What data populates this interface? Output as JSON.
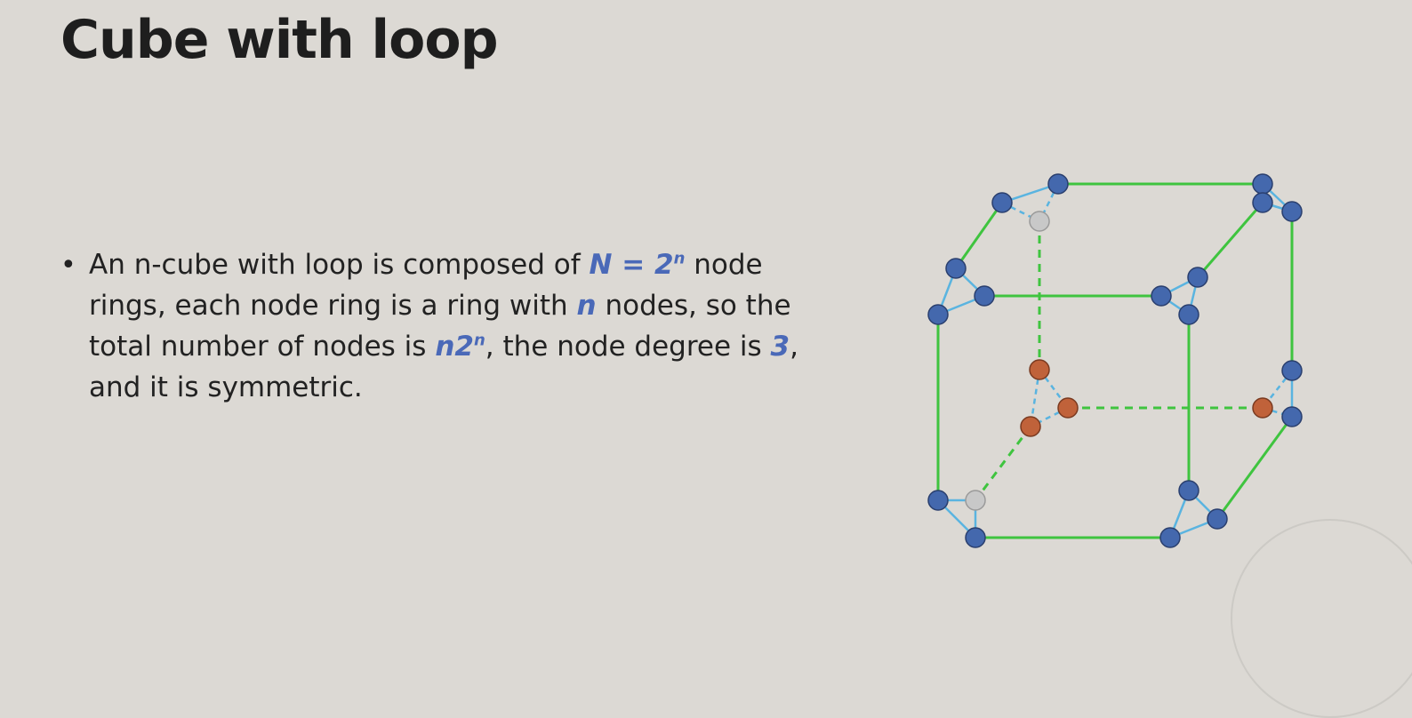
{
  "title": "Cube with loop",
  "bullet": {
    "t1": "An n-cube with loop is composed of ",
    "h1": "N = 2",
    "h1sup": "n",
    "t2": " node rings, each node ring is a ring with ",
    "h2": "n",
    "t3": " nodes, so the total number of nodes is ",
    "h3": "n2",
    "h3sup": "n",
    "t4": ", the node degree is ",
    "h4": "3",
    "t5": ", and it is symmetric."
  },
  "colors": {
    "background": "#dcd9d4",
    "highlight": "#4a69b8",
    "cube_edge": "#3fc43f",
    "ring_edge": "#5ab4e0",
    "node_blue": "#4468ad",
    "node_orange": "#c0623a",
    "node_gray": "#c8c8c8"
  },
  "diagram": {
    "node_types": [
      "visible-node",
      "hidden-node",
      "back-node"
    ]
  }
}
